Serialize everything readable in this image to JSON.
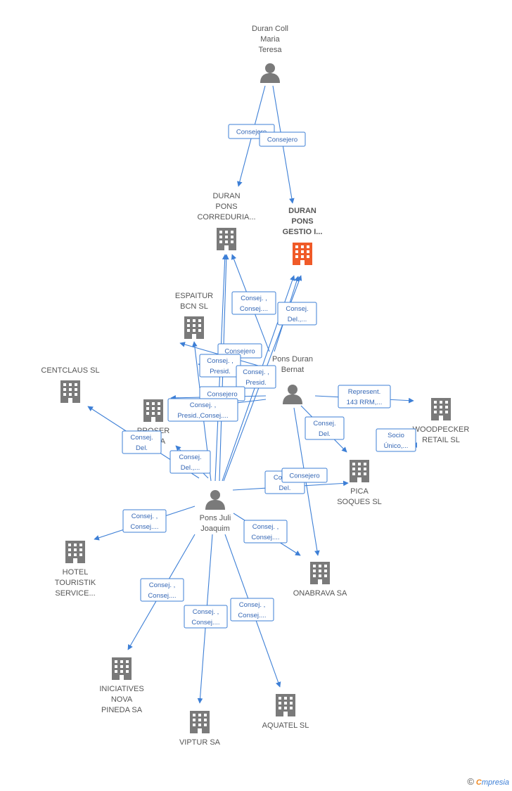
{
  "colors": {
    "edge": "#3d7fd6",
    "node": "#7a7a7a",
    "focus": "#f05a28"
  },
  "nodes": [
    {
      "id": "duran_coll",
      "type": "person",
      "label": [
        "Duran Coll",
        "Maria",
        "Teresa"
      ]
    },
    {
      "id": "duran_pons_corr",
      "type": "company",
      "label": [
        "DURAN",
        "PONS",
        "CORREDURIA..."
      ]
    },
    {
      "id": "duran_pons_gestio",
      "type": "company",
      "focus": true,
      "label": [
        "DURAN",
        "PONS",
        "GESTIO I..."
      ]
    },
    {
      "id": "espaitur",
      "type": "company",
      "label": [
        "ESPAITUR",
        "BCN SL"
      ]
    },
    {
      "id": "centclaus",
      "type": "company",
      "label": [
        "CENTCLAUS SL"
      ]
    },
    {
      "id": "proser",
      "type": "company",
      "label": [
        "PROSER",
        "...E SA"
      ]
    },
    {
      "id": "pons_duran",
      "type": "person",
      "label": [
        "Pons Duran",
        "Bernat"
      ]
    },
    {
      "id": "woodpecker",
      "type": "company",
      "label": [
        "WOODPECKER",
        "RETAIL SL"
      ]
    },
    {
      "id": "pica",
      "type": "company",
      "label": [
        "PICA",
        "SOQUES SL"
      ]
    },
    {
      "id": "pons_juli",
      "type": "person",
      "label": [
        "Pons Juli",
        "Joaquim"
      ]
    },
    {
      "id": "hotel",
      "type": "company",
      "label": [
        "HOTEL",
        "TOURISTIK",
        "SERVICE..."
      ]
    },
    {
      "id": "onabrava",
      "type": "company",
      "label": [
        "ONABRAVA SA"
      ]
    },
    {
      "id": "iniciatives",
      "type": "company",
      "label": [
        "INICIATIVES",
        "NOVA",
        "PINEDA SA"
      ]
    },
    {
      "id": "viptur",
      "type": "company",
      "label": [
        "VIPTUR SA"
      ]
    },
    {
      "id": "aquatel",
      "type": "company",
      "label": [
        "AQUATEL SL"
      ]
    }
  ],
  "edge_labels": [
    [
      "Consejero"
    ],
    [
      "Consejero"
    ],
    [
      "Consej. ,",
      "Consej...."
    ],
    [
      "Consej.",
      "Del.,..."
    ],
    [
      "Consejero"
    ],
    [
      "Consej. ,",
      "Presid."
    ],
    [
      "Consej. ,",
      "Presid."
    ],
    [
      "Consejero"
    ],
    [
      "Consej. ,",
      "Presid.,Consej...."
    ],
    [
      "Represent.",
      "143 RRM,..."
    ],
    [
      "Consej.",
      "Del."
    ],
    [
      "Socio",
      "Único,..."
    ],
    [
      "Consej.",
      "Del."
    ],
    [
      "Consej.",
      "Del.,..."
    ],
    [
      "Consej.",
      "Del."
    ],
    [
      "Consejero"
    ],
    [
      "Consej. ,",
      "Consej...."
    ],
    [
      "Consej. ,",
      "Consej...."
    ],
    [
      "Consej. ,",
      "Consej...."
    ],
    [
      "Consej. ,",
      "Consej...."
    ],
    [
      "Consej. ,",
      "Consej...."
    ]
  ],
  "brand": {
    "copyright": "©",
    "first_letter": "C",
    "rest": "mpresia"
  }
}
